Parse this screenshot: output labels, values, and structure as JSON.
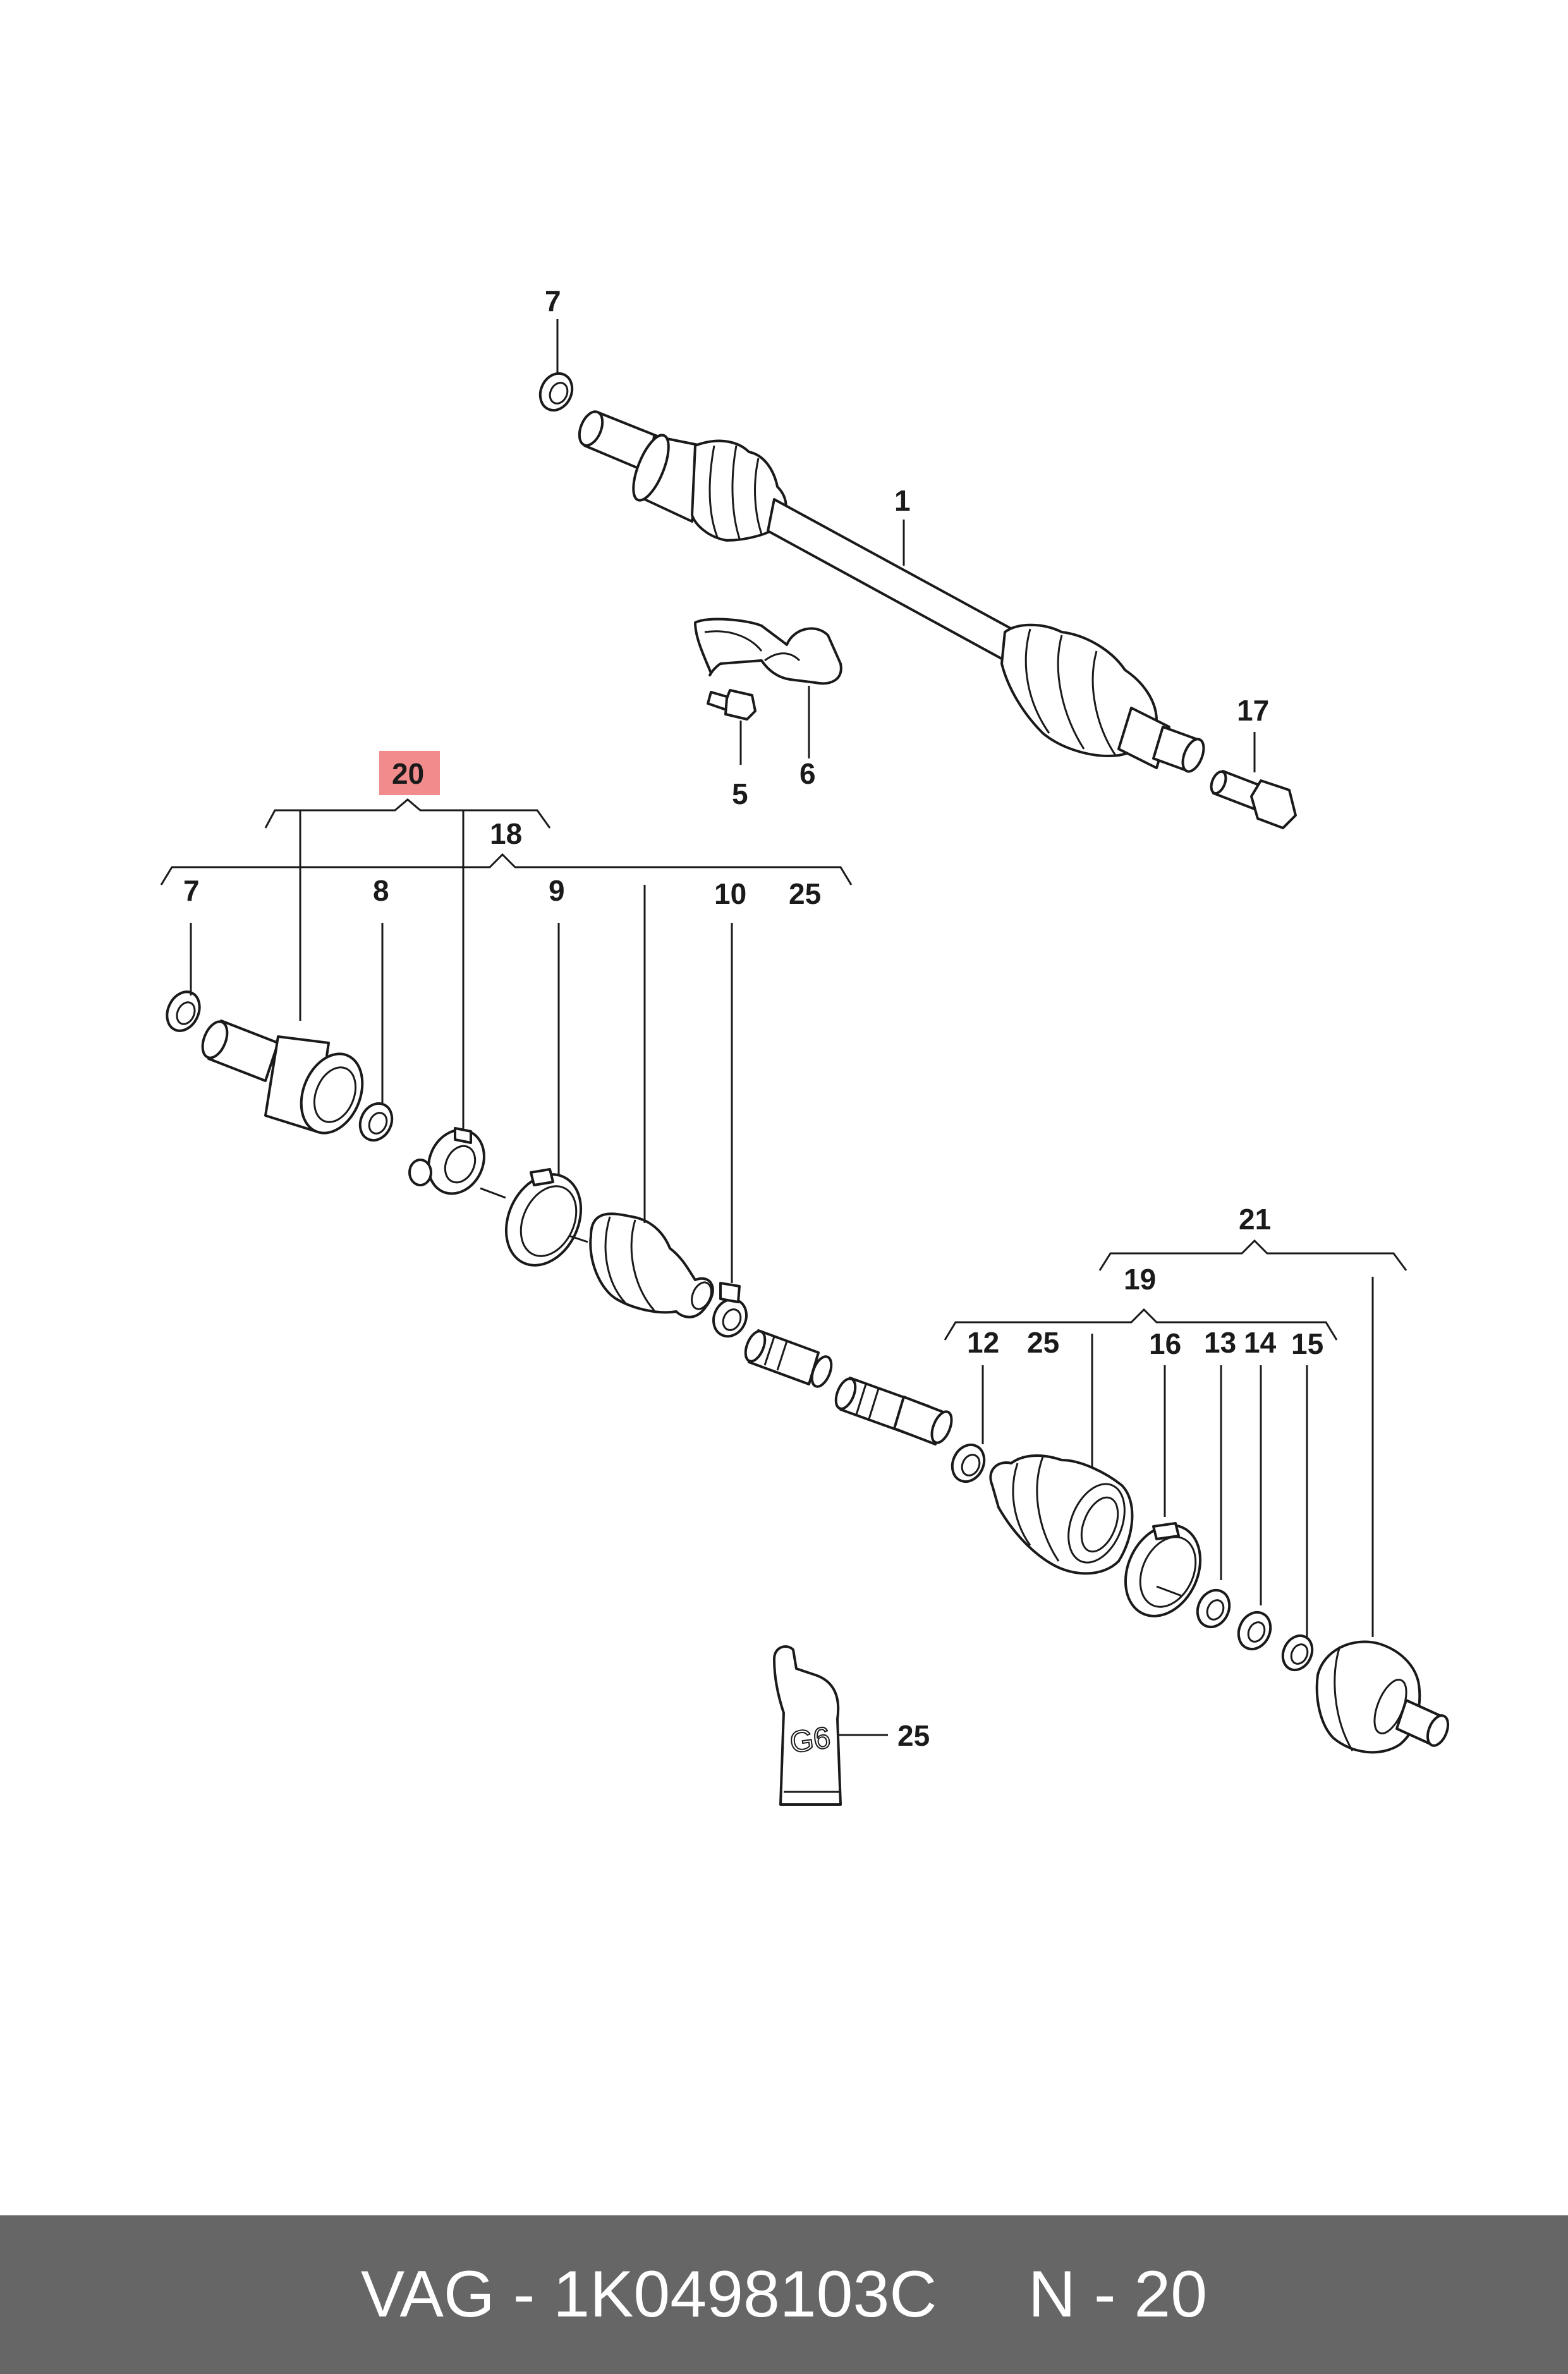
{
  "diagram": {
    "highlight_color": "#f28b8b",
    "callouts": {
      "top_7": "7",
      "top_1": "1",
      "top_17": "17",
      "top_5": "5",
      "top_6": "6",
      "c20": "20",
      "c18": "18",
      "c7": "7",
      "c8": "8",
      "c9": "9",
      "c10": "10",
      "c25a": "25",
      "c21": "21",
      "c19": "19",
      "c12": "12",
      "c25b": "25",
      "c16": "16",
      "c13": "13",
      "c14": "14",
      "c15": "15",
      "c25c": "25"
    },
    "grease_tube_text": "G6"
  },
  "footer": {
    "text": "VAG - 1K0498103C     N - 20",
    "background": "#666666"
  }
}
